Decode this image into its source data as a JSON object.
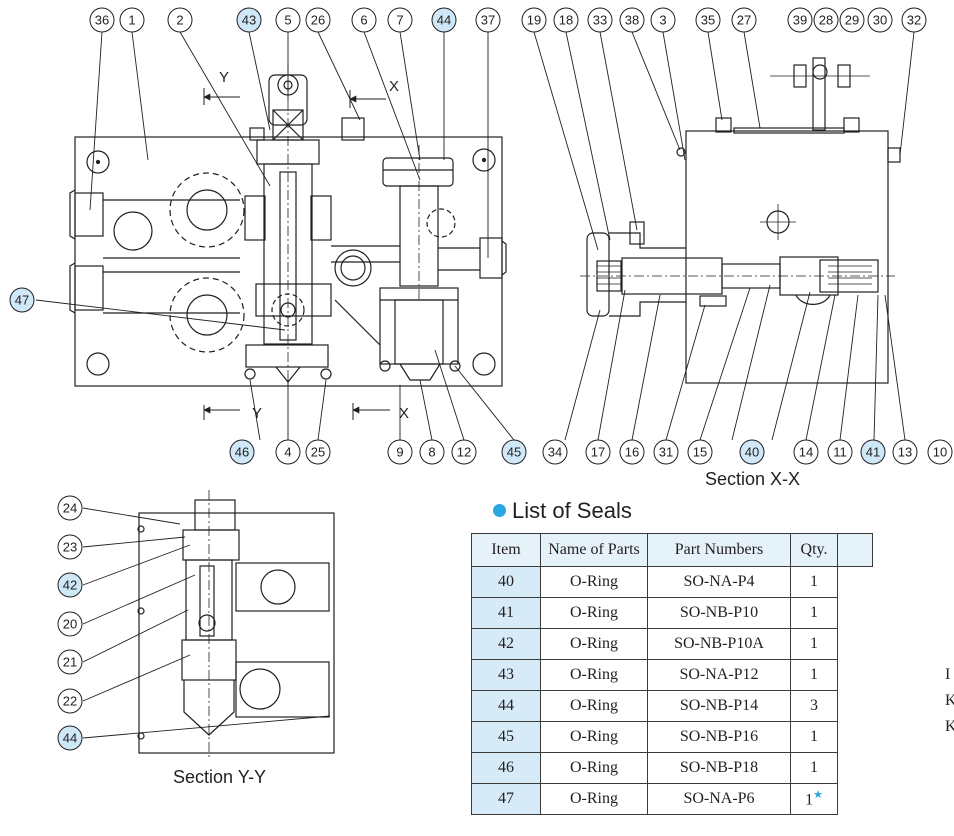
{
  "section_labels": {
    "y_marker": "Y",
    "x_marker": "X",
    "section_xx": "Section X-X",
    "section_yy": "Section Y-Y"
  },
  "callouts": {
    "top_left": [
      "36",
      "1",
      "2",
      "43",
      "5",
      "26",
      "6",
      "7",
      "44",
      "37"
    ],
    "top_right": [
      "19",
      "18",
      "33",
      "38",
      "3",
      "35",
      "27",
      "39",
      "28",
      "29",
      "30",
      "32"
    ],
    "bottom_left": [
      "46",
      "4",
      "25",
      "9",
      "8",
      "12",
      "45"
    ],
    "bottom_right": [
      "34",
      "17",
      "16",
      "31",
      "15",
      "40",
      "14",
      "11",
      "41",
      "13",
      "10"
    ],
    "left_side": [
      "47"
    ],
    "yy_side": [
      "24",
      "23",
      "42",
      "20",
      "21",
      "22",
      "44"
    ]
  },
  "highlighted_callouts": [
    "43",
    "44",
    "47",
    "46",
    "45",
    "40",
    "41",
    "42"
  ],
  "list_of_seals": {
    "title": "List of Seals",
    "headers": [
      "Item",
      "Name of Parts",
      "Part Numbers",
      "Qty."
    ],
    "rows": [
      {
        "item": "40",
        "name": "O-Ring",
        "part": "SO-NA-P4",
        "qty": "1"
      },
      {
        "item": "41",
        "name": "O-Ring",
        "part": "SO-NB-P10",
        "qty": "1"
      },
      {
        "item": "42",
        "name": "O-Ring",
        "part": "SO-NB-P10A",
        "qty": "1"
      },
      {
        "item": "43",
        "name": "O-Ring",
        "part": "SO-NA-P12",
        "qty": "1"
      },
      {
        "item": "44",
        "name": "O-Ring",
        "part": "SO-NB-P14",
        "qty": "3"
      },
      {
        "item": "45",
        "name": "O-Ring",
        "part": "SO-NB-P16",
        "qty": "1"
      },
      {
        "item": "46",
        "name": "O-Ring",
        "part": "SO-NB-P18",
        "qty": "1"
      },
      {
        "item": "47",
        "name": "O-Ring",
        "part": "SO-NA-P6",
        "qty": "1",
        "mark": "★"
      }
    ],
    "side_note": [
      "I",
      "K",
      "K"
    ]
  },
  "colors": {
    "ink": "#231f20",
    "highlight_fill": "#cfe8f8",
    "header_fill": "#e6f2fa",
    "item_fill": "#d6eaf8",
    "accent_dot": "#2aa6e0"
  }
}
